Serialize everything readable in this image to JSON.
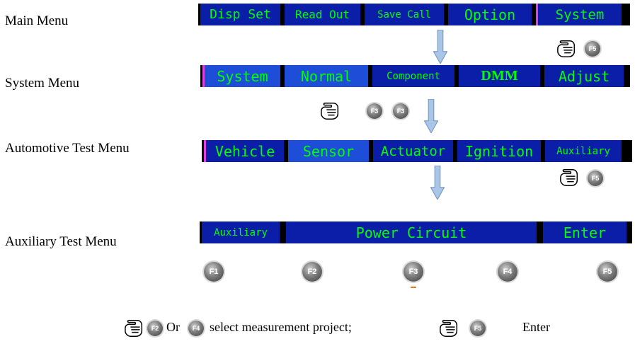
{
  "labels": {
    "main": "Main Menu",
    "system": "System Menu",
    "automotive": "Automotive Test Menu",
    "auxiliary": "Auxiliary Test Menu"
  },
  "main_menu": [
    "Disp Set",
    "Read Out",
    "Save Call",
    "Option",
    "System"
  ],
  "system_menu": [
    "System",
    "Normal",
    "Component",
    "DMM",
    "Adjust"
  ],
  "automotive_menu": [
    "Vehicle",
    "Sensor",
    "Actuator",
    "Ignition",
    "Auxiliary"
  ],
  "auxiliary_menu": [
    "Auxiliary",
    "Power Circuit",
    "Enter"
  ],
  "keys": {
    "f1": "F1",
    "f2": "F2",
    "f3": "F3",
    "f4": "F4",
    "f5": "F5"
  },
  "footer": {
    "or": "Or",
    "select": "select measurement project;",
    "enter": "Enter"
  },
  "colors": {
    "menu_text": "#00ff00",
    "menu_bg": "#0a1ea8",
    "menu_bg_bright": "#1e4ed8",
    "selected_marker": "#e040e0",
    "arrow_fill": "#a9c6e8"
  }
}
